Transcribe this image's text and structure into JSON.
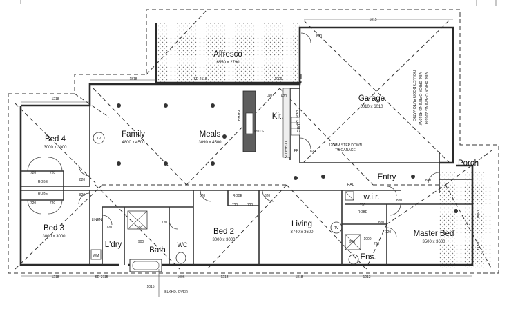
{
  "rooms": {
    "alfresco": {
      "name": "Alfresco",
      "size": "6550 x 2790"
    },
    "garage": {
      "name": "Garage",
      "size": "6010 x 6010"
    },
    "family": {
      "name": "Family",
      "size": "4800 x 4500"
    },
    "meals": {
      "name": "Meals",
      "size": "3090 x 4500"
    },
    "kit": {
      "name": "Kit."
    },
    "bed4": {
      "name": "Bed 4",
      "size": "3000 x 3000"
    },
    "bed3": {
      "name": "Bed 3",
      "size": "3000 x 3000"
    },
    "bed2": {
      "name": "Bed 2",
      "size": "3000 x 3000"
    },
    "living": {
      "name": "Living",
      "size": "3740 x 3600"
    },
    "master": {
      "name": "Master Bed",
      "size": "3500 x 3600"
    },
    "entry": {
      "name": "Entry"
    },
    "porch": {
      "name": "Porch"
    },
    "wir": {
      "name": "w.i.r."
    },
    "ldry": {
      "name": "L'dry"
    },
    "bath": {
      "name": "Bath"
    },
    "wc": {
      "name": "WC"
    },
    "ens": {
      "name": "Ens."
    }
  },
  "labels": {
    "tv": "TV",
    "robe": "ROBE",
    "linen": "LINEN",
    "wm": "WM",
    "pantry": "PANTRY",
    "dw": "DW",
    "ubo": "UBO",
    "ohead": "O'HEADS",
    "fr": "FR",
    "pots": "POTS",
    "bwah": "BRAH",
    "rad": "RAD",
    "step": "120MM STEP DOWN",
    "step2": "TO GARAGE",
    "roller1": "ROLLER DOOR  AUTOMATIC",
    "roller2": "MIN. BRICK OPENING 4810 W",
    "roller3": "MIN. BRICK OPENING 2065 H",
    "blkhd": "BLKHD. OVER",
    "sd2118": "SD 2118",
    "sd2115": "SD 2115"
  },
  "dims": {
    "d1015top": "1015",
    "d820a": "820",
    "d1818": "1818",
    "d1009": "1009",
    "d1218a": "1218",
    "d620": "620",
    "d720": "720",
    "d820": "820",
    "d900": "900",
    "d1000": "1000",
    "d1015b": "1015",
    "d1006": "1006",
    "d1218": "1218",
    "d1012": "1012",
    "d1800": "1800"
  }
}
